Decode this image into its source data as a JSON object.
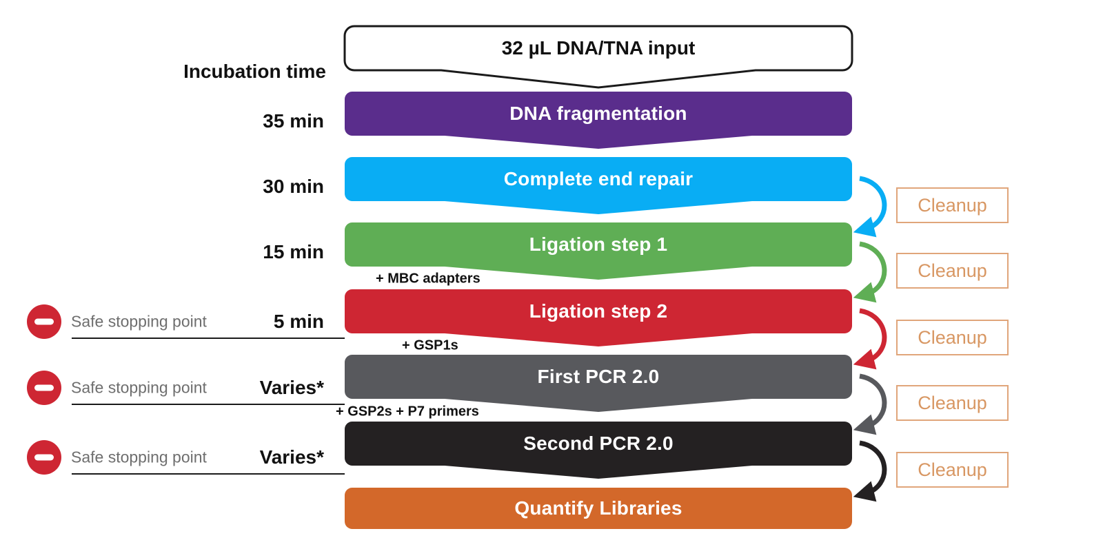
{
  "input_box": {
    "label": "32 µL DNA/TNA input"
  },
  "left_column": {
    "header": "Incubation time",
    "safe_stop_label": "Safe stopping point",
    "safe_stop_text_color": "#6E6E6E",
    "safe_stop_icon_color": "#CE2633",
    "line_color": "#1A1A1A"
  },
  "cleanup": {
    "label": "Cleanup",
    "border_color": "#E0A57A",
    "text_color": "#D89763"
  },
  "steps": [
    {
      "id": "dna-fragmentation",
      "label": "DNA fragmentation",
      "time": "35 min",
      "note": "",
      "color": "#5A2D8C",
      "safe_stop": false,
      "cleanup_after": false
    },
    {
      "id": "complete-end-repair",
      "label": "Complete end repair",
      "time": "30 min",
      "note": "",
      "color": "#09ADF4",
      "safe_stop": false,
      "cleanup_after": true
    },
    {
      "id": "ligation-step-1",
      "label": "Ligation step 1",
      "time": "15 min",
      "note": "+ MBC adapters",
      "color": "#5FAE55",
      "safe_stop": false,
      "cleanup_after": true
    },
    {
      "id": "ligation-step-2",
      "label": "Ligation step 2",
      "time": "5 min",
      "note": "+ GSP1s",
      "color": "#CE2633",
      "safe_stop": true,
      "cleanup_after": true
    },
    {
      "id": "first-pcr-2-0",
      "label": "First PCR 2.0",
      "time": "Varies*",
      "note": "+ GSP2s + P7 primers",
      "color": "#58595D",
      "safe_stop": true,
      "cleanup_after": true
    },
    {
      "id": "second-pcr-2-0",
      "label": "Second PCR 2.0",
      "time": "Varies*",
      "note": "",
      "color": "#242122",
      "safe_stop": true,
      "cleanup_after": true
    },
    {
      "id": "quantify-libraries",
      "label": "Quantify Libraries",
      "time": "",
      "note": "",
      "color": "#D3682A",
      "safe_stop": false,
      "cleanup_after": false
    }
  ],
  "label_text_color": "#FFFFFF",
  "input_box_border_color": "#1A1A1A"
}
